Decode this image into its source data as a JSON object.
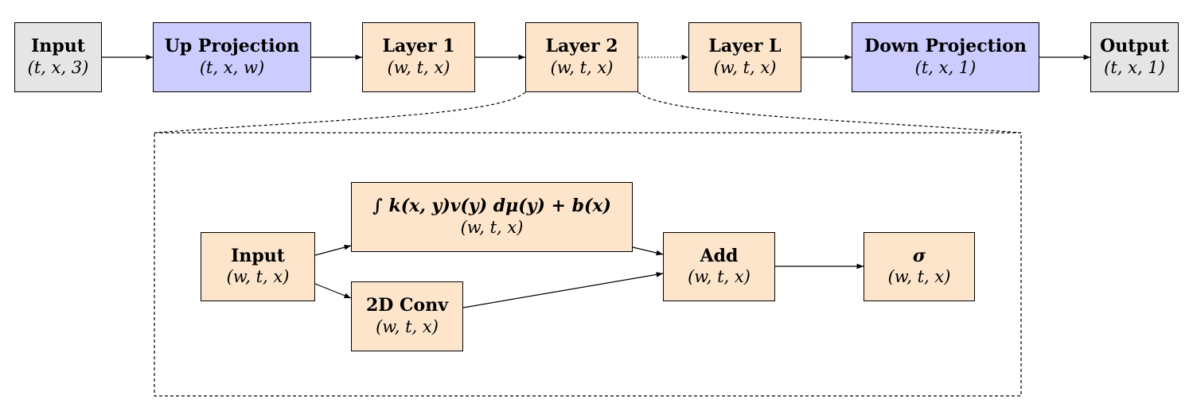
{
  "pipeline": {
    "input": {
      "title": "Input",
      "shape": "(t, x, 3)"
    },
    "up": {
      "title": "Up Projection",
      "shape": "(t, x, w)"
    },
    "layer1": {
      "title": "Layer 1",
      "shape": "(w, t, x)"
    },
    "layer2": {
      "title": "Layer 2",
      "shape": "(w, t, x)"
    },
    "layerL": {
      "title": "Layer L",
      "shape": "(w, t, x)"
    },
    "down": {
      "title": "Down Projection",
      "shape": "(t, x, 1)"
    },
    "output": {
      "title": "Output",
      "shape": "(t, x, 1)"
    }
  },
  "layer_detail": {
    "input": {
      "title": "Input",
      "shape": "(w, t, x)"
    },
    "integral": {
      "title": "∫ k(x, y)v(y) dμ(y) + b(x)",
      "shape": "(w, t, x)"
    },
    "conv": {
      "title": "2D Conv",
      "shape": "(w, t, x)"
    },
    "add": {
      "title": "Add",
      "shape": "(w, t, x)"
    },
    "sigma": {
      "title": "σ",
      "shape": "(w, t, x)"
    }
  },
  "colors": {
    "io_fill": "#e5e5e5",
    "projection_fill": "#ccccff",
    "layer_fill": "#fde5cc",
    "stroke": "#000000"
  }
}
